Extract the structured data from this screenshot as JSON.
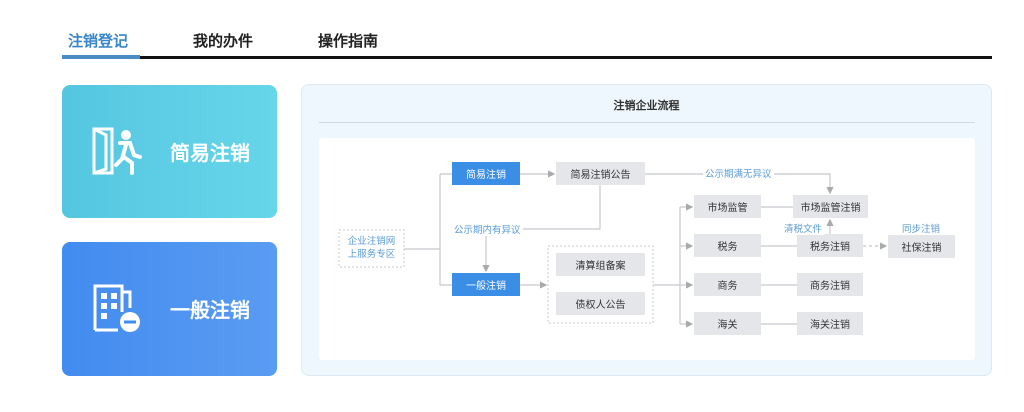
{
  "tabs": [
    {
      "label": "注销登记",
      "active": true
    },
    {
      "label": "我的办件"
    },
    {
      "label": "操作指南"
    }
  ],
  "cards": [
    {
      "label": "简易注销",
      "icon": "exit-door-icon",
      "color": "#5dd0e6"
    },
    {
      "label": "一般注销",
      "icon": "building-minus-icon",
      "color": "#4a8ff0"
    }
  ],
  "flow": {
    "title": "注销企业流程",
    "start": "企业注销网上服务专区",
    "start_l1": "企业注销网",
    "start_l2": "上服务专区",
    "simple": "简易注销",
    "simple_notice": "简易注销公告",
    "objection": "公示期内有异议",
    "no_objection": "公示期满无异议",
    "general": "一般注销",
    "liquidation": "清算组备案",
    "creditor": "债权人公告",
    "depts": [
      "市场监管",
      "税务",
      "商务",
      "海关"
    ],
    "cancels": [
      "市场监管注销",
      "税务注销",
      "商务注销",
      "海关注销"
    ],
    "tax_doc": "清税文件",
    "sync": "同步注销",
    "social": "社保注销"
  }
}
